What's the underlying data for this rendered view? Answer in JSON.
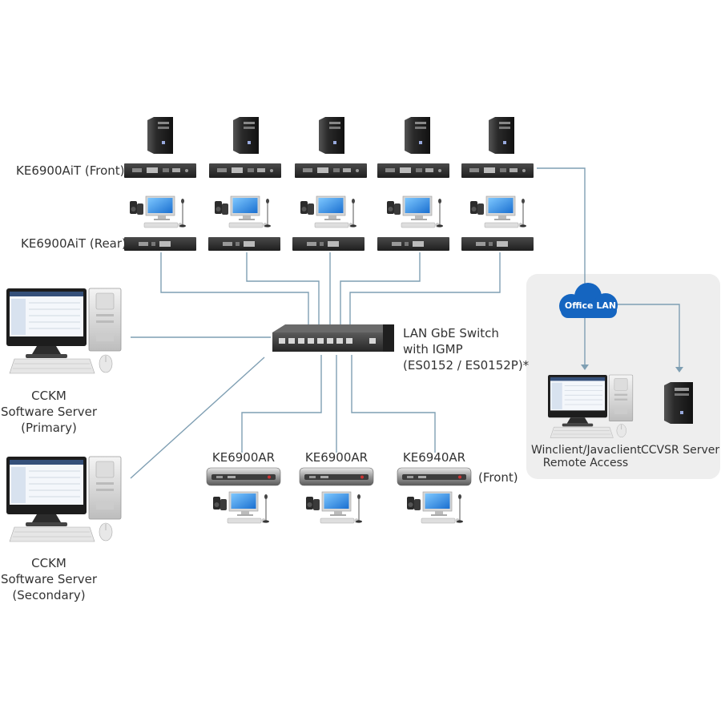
{
  "labels": {
    "transmitter_front": "KE6900AiT (Front)",
    "transmitter_rear": "KE6900AiT (Rear)",
    "switch": [
      "LAN GbE Switch",
      "with IGMP",
      "(ES0152 / ES0152P)*"
    ],
    "primary_server": [
      "CCKM",
      "Software Server",
      "(Primary)"
    ],
    "secondary_server": [
      "CCKM",
      "Software Server",
      "(Secondary)"
    ],
    "receivers": [
      "KE6900AR",
      "KE6900AR",
      "KE6940AR"
    ],
    "receiver_front": "(Front)",
    "office_lan": "Office LAN",
    "remote_access": [
      "Winclient/Javaclient",
      "Remote Access"
    ],
    "ccvsr": "CCVSR Server"
  },
  "colors": {
    "line": "#7f9fb3",
    "office_lan": "#1565c0",
    "panel": "#eeeeee",
    "device_dark": "#2e2e2e"
  },
  "icons": [
    "tower-pc-icon",
    "kvm-extender-icon",
    "workstation-icon",
    "network-switch-icon",
    "kvm-receiver-icon",
    "cloud-icon",
    "server-icon"
  ]
}
